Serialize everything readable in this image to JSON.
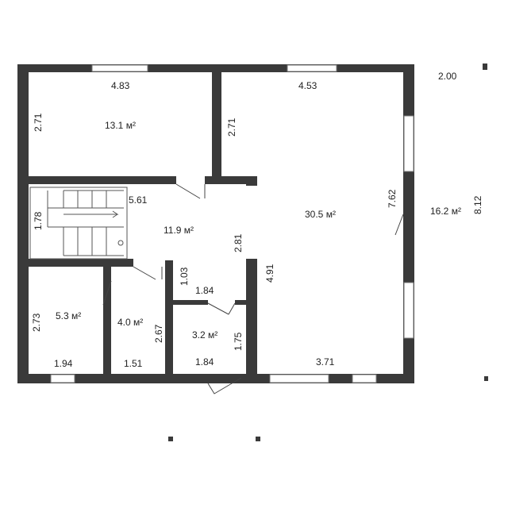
{
  "rooms": {
    "bedroom_top_left": {
      "area": "13.1 м²",
      "width": "4.83",
      "height": "2.71"
    },
    "living_room": {
      "area": "30.5 м²",
      "width": "4.53",
      "height_left": "2.71",
      "height_right": "7.62",
      "width_bottom": "3.71",
      "height_inner": "4.91"
    },
    "hallway": {
      "area": "11.9 м²",
      "width": "5.61",
      "height": "2.81"
    },
    "stair": {
      "height": "1.78"
    },
    "room_bottom_left": {
      "area": "5.3 м²",
      "width": "1.94",
      "height": "2.73"
    },
    "room_bottom_mid": {
      "area": "4.0 м²",
      "width": "1.51",
      "height": "2.67"
    },
    "room_bottom_small": {
      "area": "3.2 м²",
      "width_top": "1.84",
      "width_bottom": "1.84",
      "height": "1.75",
      "gap": "1.03"
    },
    "terrace": {
      "area": "16.2 м²",
      "width": "2.00",
      "height": "8.12"
    }
  }
}
